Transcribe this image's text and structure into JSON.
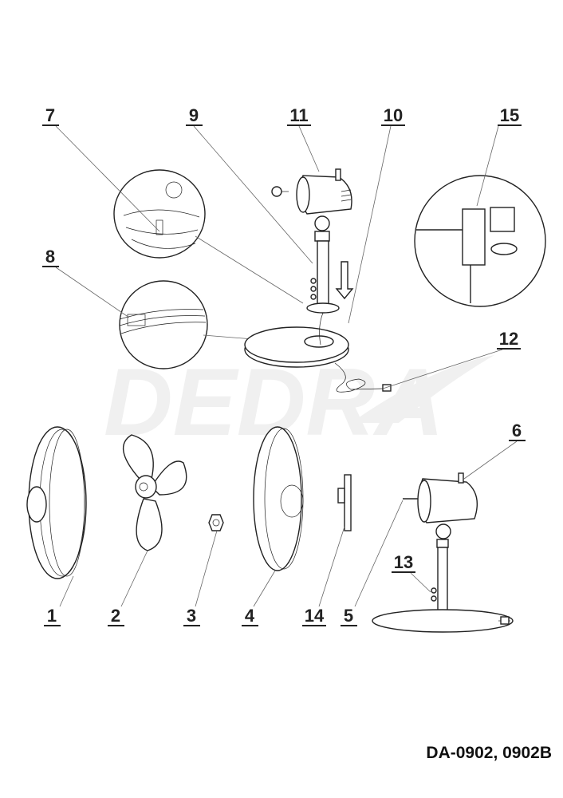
{
  "watermark": "DEDRA",
  "model": "DA-0902, 0902B",
  "callouts": {
    "c1": "1",
    "c2": "2",
    "c3": "3",
    "c4": "4",
    "c5": "5",
    "c6": "6",
    "c7": "7",
    "c8": "8",
    "c9": "9",
    "c10": "10",
    "c11": "11",
    "c12": "12",
    "c13": "13",
    "c14": "14",
    "c15": "15"
  }
}
